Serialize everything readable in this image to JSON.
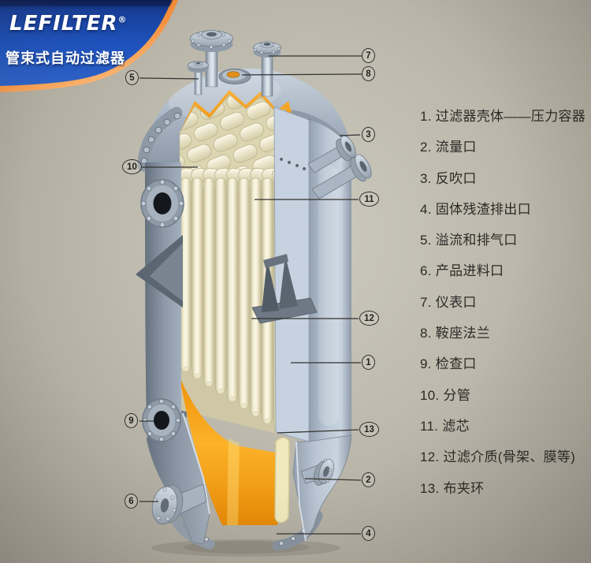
{
  "brand": {
    "logo_text": "LEFILTER",
    "registered_mark": "®",
    "subtitle": "管束式自动过滤器",
    "banner_blue": "#1e52bb",
    "stripe_orange": "#f08433"
  },
  "diagram": {
    "subject": "管束式自动过滤器剖视图",
    "callouts": [
      "1",
      "2",
      "3",
      "4",
      "5",
      "6",
      "7",
      "8",
      "9",
      "10",
      "11",
      "12",
      "13"
    ],
    "colors": {
      "vessel_shell": "#9fabba",
      "interior_orange": "#f2960f",
      "filter_tubes": "#f4efd6",
      "background": "#bcb8ac",
      "leader_line": "#33322f"
    }
  },
  "parts_list": {
    "items": [
      "1. 过滤器壳体——压力容器",
      "2. 流量口",
      "3. 反吹口",
      "4. 固体残渣排出口",
      "5. 溢流和排气口",
      "6. 产品进料口",
      "7. 仪表口",
      "8. 鞍座法兰",
      "9. 检查口",
      "10. 分管",
      "11. 滤芯",
      "12. 过滤介质(骨架、膜等)",
      "13. 布夹环"
    ]
  }
}
